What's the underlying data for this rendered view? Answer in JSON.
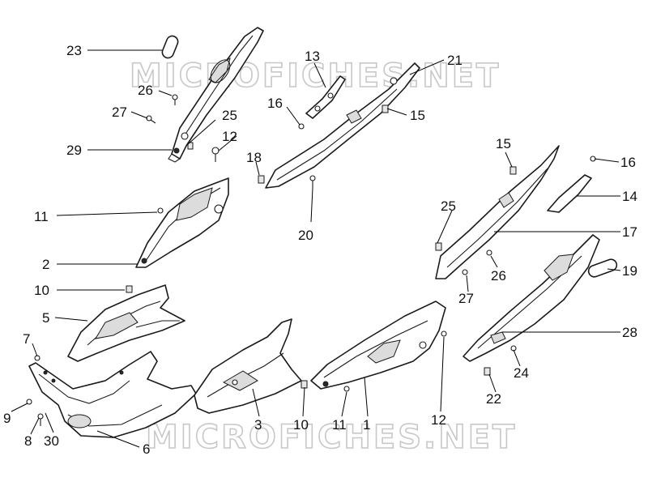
{
  "watermark": {
    "top": "MICROFICHES.NET",
    "bottom": "MICROFICHES.NET"
  },
  "callouts": {
    "c23": "23",
    "c26a": "26",
    "c27a": "27",
    "c25a": "25",
    "c29": "29",
    "c13": "13",
    "c21": "21",
    "c16a": "16",
    "c15a": "15",
    "c12a": "12",
    "c18": "18",
    "c20": "20",
    "c11a": "11",
    "c2": "2",
    "c10a": "10",
    "c5": "5",
    "c7": "7",
    "c9": "9",
    "c8": "8",
    "c30": "30",
    "c6": "6",
    "c3": "3",
    "c10b": "10",
    "c11b": "11",
    "c1": "1",
    "c12b": "12",
    "c15b": "15",
    "c16b": "16",
    "c14": "14",
    "c25b": "25",
    "c17": "17",
    "c19": "19",
    "c26b": "26",
    "c27b": "27",
    "c28": "28",
    "c24": "24",
    "c22": "22"
  }
}
